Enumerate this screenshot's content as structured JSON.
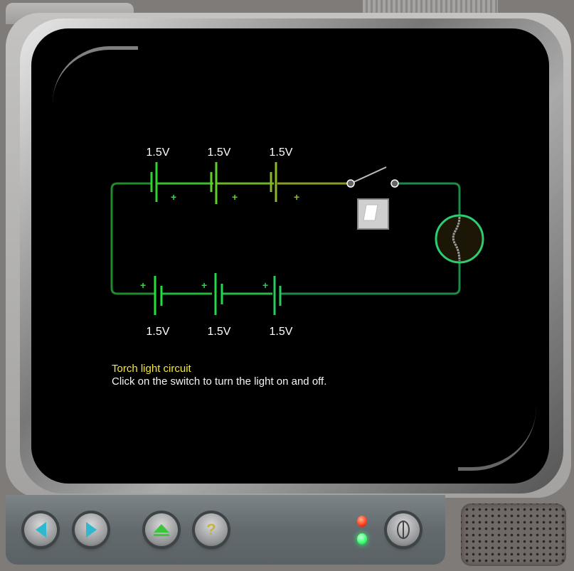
{
  "circuit": {
    "battery_labels_top": [
      "1.5V",
      "1.5V",
      "1.5V"
    ],
    "battery_labels_bottom": [
      "1.5V",
      "1.5V",
      "1.5V"
    ],
    "plus_sign": "+",
    "switch_state": "off",
    "wire_color": "#2fbf4a",
    "bulb_color": "#2ecc71"
  },
  "caption": {
    "title": "Torch light circuit",
    "instruction": "Click on the switch to turn the light on and off."
  },
  "controls": {
    "help_glyph": "?",
    "power_glyph": "⏻",
    "led_red": "#ff3a1a",
    "led_green": "#32ff6a"
  }
}
